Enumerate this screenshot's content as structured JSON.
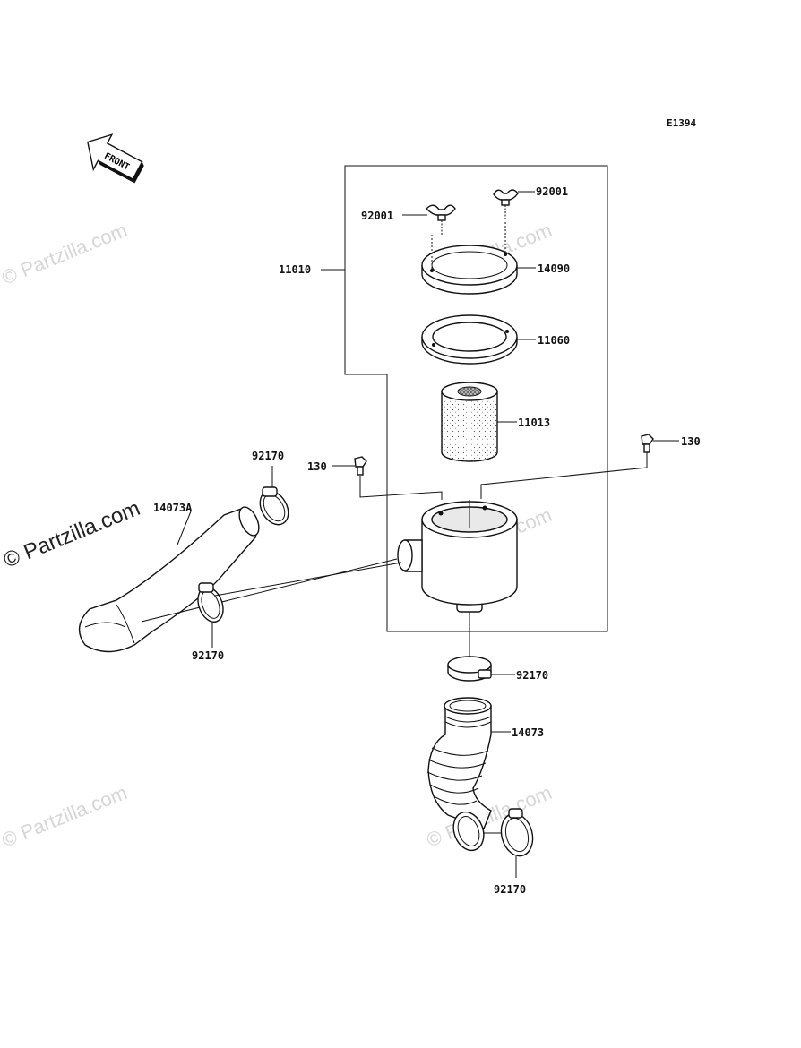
{
  "diagram": {
    "code": "E1394",
    "front_arrow_label": "FRONT",
    "watermarks": {
      "primary": "© Partzilla.com",
      "faint": "© Partzilla.com"
    },
    "parts": {
      "p92001_left": "92001",
      "p92001_right": "92001",
      "p11010": "11010",
      "p14090": "14090",
      "p11060": "11060",
      "p11013": "11013",
      "p130_left": "130",
      "p130_right": "130",
      "p92170_top": "92170",
      "p14073A": "14073A",
      "p92170_left": "92170",
      "p92170_mid": "92170",
      "p14073": "14073",
      "p92170_bottom": "92170"
    }
  }
}
